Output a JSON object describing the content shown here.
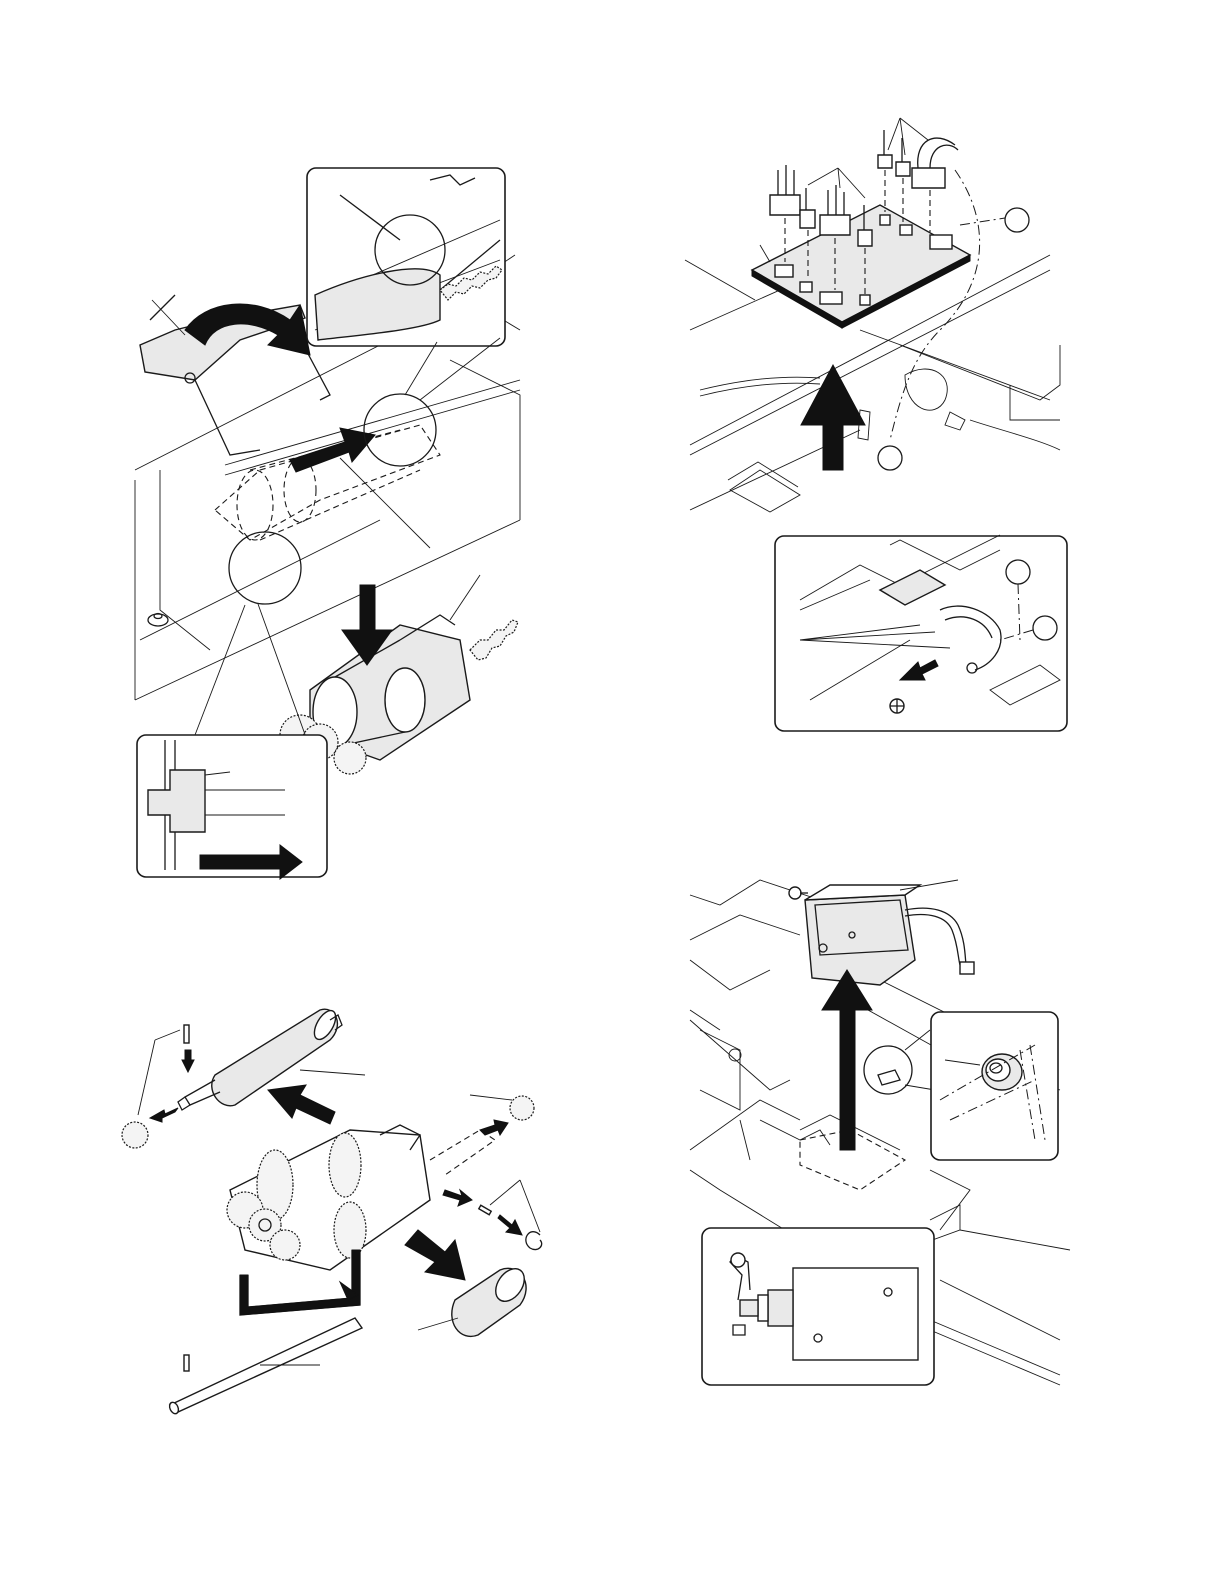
{
  "page": {
    "background": "#ffffff",
    "ink": "#1a1a1a"
  },
  "figures": [
    {
      "key": "paper_feed_unit_removal"
    },
    {
      "key": "pcb_connector_removal"
    },
    {
      "key": "roller_disassembly"
    },
    {
      "key": "solenoid_removal"
    }
  ]
}
